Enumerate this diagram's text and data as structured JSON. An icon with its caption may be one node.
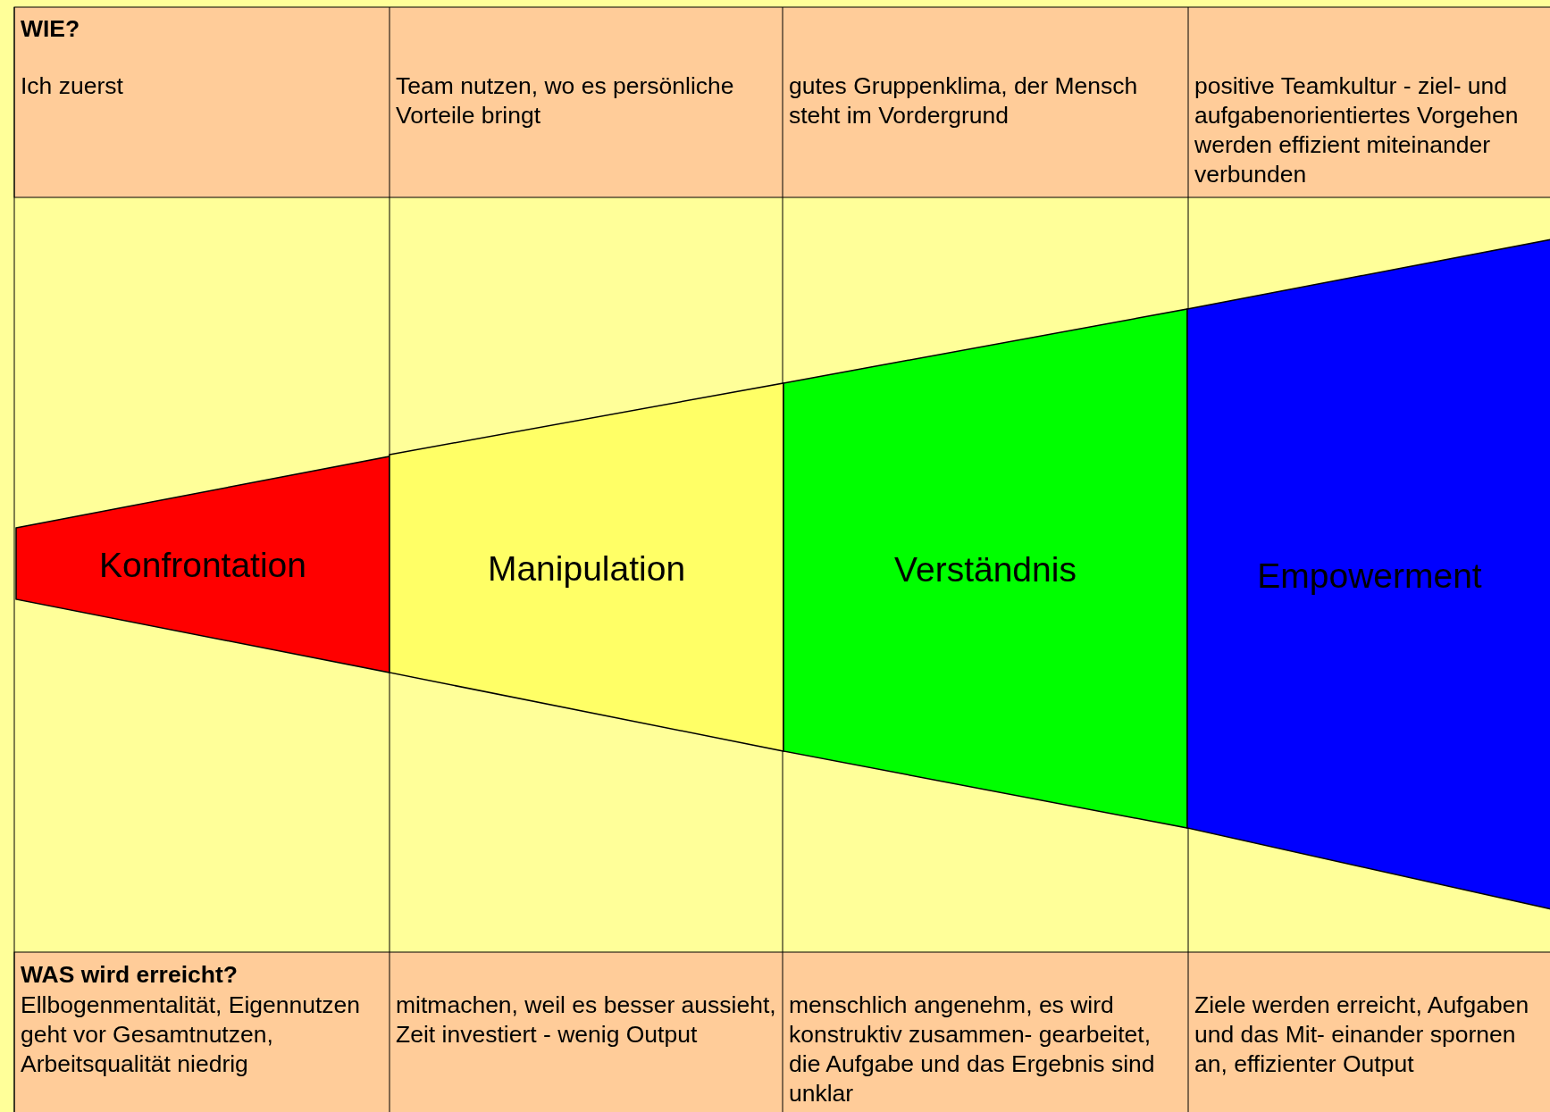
{
  "diagram": {
    "nodes": [
      {
        "text": [
          "Konfrontation"
        ]
      },
      {
        "text": [
          "Manipulation"
        ]
      },
      {
        "text": [
          "Verständnis"
        ]
      },
      {
        "text": [
          "Empowerment"
        ]
      }
    ],
    "labels": [
      "WIE?",
      "Ich zuerst",
      "Team nutzen, wo es persönliche Vorteile bringt",
      "gutes Gruppenklima, der Mensch steht im Vordergrund",
      "positive Teamkultur - ziel- und aufgabenorientiertes Vorgehen werden effizient miteinander verbunden",
      "WAS wird erreicht?",
      "Ellbogenmentalität, Eigennutzen geht vor Gesamtnutzen, Arbeitsqualität niedrig",
      "mitmachen, weil es besser aussieht, Zeit investiert - wenig Output",
      "menschlich angenehm, es wird konstruktiv zusammen- gearbeitet, die Aufgabe und das Ergebnis sind unklar",
      "Ziele werden erreicht, Aufgaben und das Mit- einander spornen an, effizienter Output"
    ]
  }
}
